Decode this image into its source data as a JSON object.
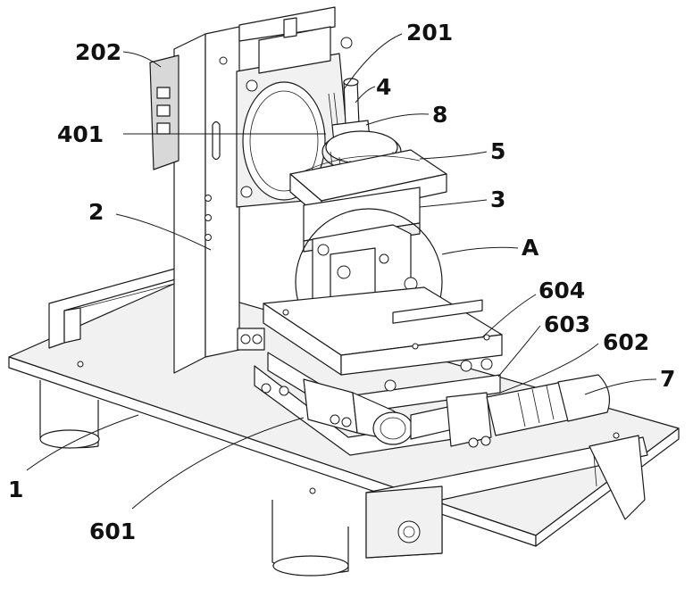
{
  "labels": {
    "l202": "202",
    "l201": "201",
    "l4": "4",
    "l8": "8",
    "l401": "401",
    "l5": "5",
    "l3": "3",
    "l2": "2",
    "lA": "A",
    "l604": "604",
    "l603": "603",
    "l602": "602",
    "l7": "7",
    "l1": "1",
    "l601": "601"
  }
}
